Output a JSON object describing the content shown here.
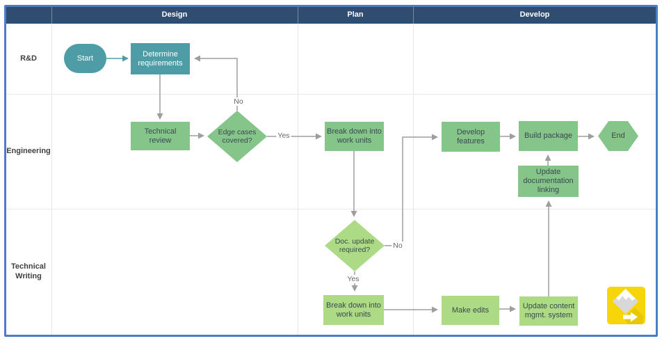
{
  "colors": {
    "frame_border": "#4A7CC7",
    "header_bg": "#2E4D71",
    "header_text": "#FFFFFF",
    "teal_shape": "#4E9DA6",
    "green_medium_shape": "#85C58A",
    "green_light_shape": "#ADDB85",
    "connector_gray": "#9E9E9E",
    "shape_text_dark": "#3A4850",
    "logo_yellow": "#F6D50A"
  },
  "header": {
    "columns": [
      "Design",
      "Plan",
      "Develop"
    ]
  },
  "lanes": [
    "R&D",
    "Engineering",
    "Technical Writing"
  ],
  "nodes": {
    "start": {
      "label": "Start"
    },
    "determine_requirements": {
      "label": "Determine requirements"
    },
    "technical_review": {
      "label": "Technical review"
    },
    "edge_cases": {
      "label": "Edge cases covered?"
    },
    "break_down_plan": {
      "label": "Break down into work units"
    },
    "develop_features": {
      "label": "Develop features"
    },
    "build_package": {
      "label": "Build package"
    },
    "end_node": {
      "label": "End"
    },
    "update_doc_linking": {
      "label": "Update documentation linking"
    },
    "doc_update_required": {
      "label": "Doc. update required?"
    },
    "break_down_tw": {
      "label": "Break down into work units"
    },
    "make_edits": {
      "label": "Make edits"
    },
    "update_cms": {
      "label": "Update content mgmt. system"
    }
  },
  "edge_labels": {
    "no_loop": "No",
    "yes_to_plan": "Yes",
    "no_to_develop": "No",
    "yes_down": "Yes"
  },
  "logo": {
    "icon": "diagram-tool-logo-icon"
  }
}
